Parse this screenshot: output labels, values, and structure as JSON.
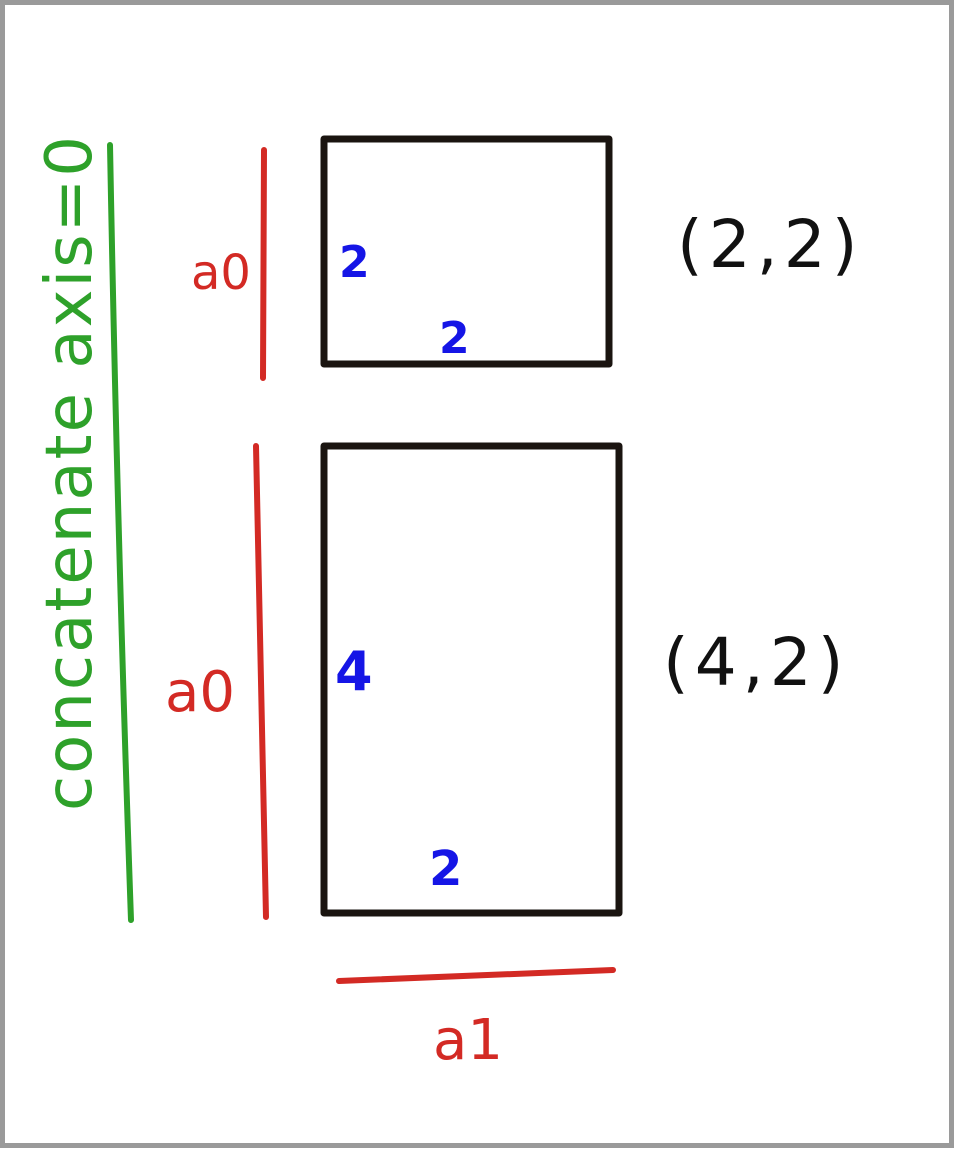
{
  "colors": {
    "frame": "#9a9a9a",
    "box": "#1a1410",
    "axis_line": "#2ea12a",
    "dim_line": "#d32a24",
    "size_text": "#1515e6",
    "shape_text": "#111111"
  },
  "axis_label": "concatenate axis=0",
  "top_array": {
    "rows_axis": "a0",
    "rows": "2",
    "cols": "2",
    "shape": "(2,2)"
  },
  "bottom_array": {
    "rows_axis": "a0",
    "rows": "4",
    "cols": "2",
    "shape": "(4,2)"
  },
  "cols_axis": "a1"
}
